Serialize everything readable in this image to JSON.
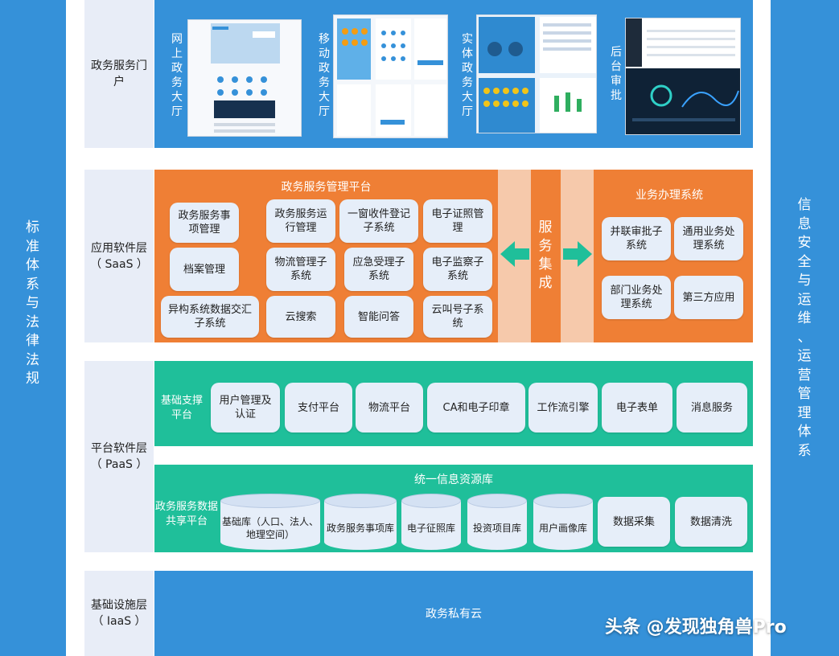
{
  "left_side": {
    "chars": [
      "标",
      "准",
      "体",
      "系",
      "与",
      "法",
      "律",
      "法",
      "规"
    ]
  },
  "right_side": {
    "chars": [
      "信",
      "息",
      "安",
      "全",
      "与",
      "运",
      "维",
      "、",
      "运",
      "营",
      "管",
      "理",
      "体",
      "系"
    ]
  },
  "portal": {
    "label": "政务服务门户",
    "items": [
      {
        "chars": [
          "网",
          "上",
          "政",
          "务",
          "大",
          "厅"
        ]
      },
      {
        "chars": [
          "移",
          "动",
          "政",
          "务",
          "大",
          "厅"
        ]
      },
      {
        "chars": [
          "实",
          "体",
          "政",
          "务",
          "大",
          "厅"
        ]
      },
      {
        "chars": [
          "后",
          "台",
          "审",
          "批"
        ]
      }
    ]
  },
  "saas": {
    "label_line1": "应用软件层",
    "label_line2": "（ SaaS ）",
    "platform_title": "政务服务管理平台",
    "cards": [
      "政务服务事项管理",
      "政务服务运行管理",
      "一窗收件登记子系统",
      "电子证照管理",
      "档案管理",
      "物流管理子系统",
      "应急受理子系统",
      "电子监察子系统",
      "异构系统数据交汇子系统",
      "云搜索",
      "智能问答",
      "云叫号子系统"
    ],
    "service_chars": [
      "服",
      "务",
      "集",
      "成"
    ],
    "biz_title": "业务办理系统",
    "biz_cards": [
      "并联审批子系统",
      "通用业务处理系统",
      "部门业务处理系统",
      "第三方应用"
    ]
  },
  "paas": {
    "label_line1": "平台软件层",
    "label_line2": "（ PaaS ）",
    "support_title": "基础支撑平台",
    "support_cards": [
      "用户管理及认证",
      "支付平台",
      "物流平台",
      "CA和电子印章",
      "工作流引擎",
      "电子表单",
      "消息服务"
    ],
    "resource_title": "统一信息资源库",
    "share_title": "政务服务数据共享平台",
    "db_cards": [
      "基础库（人口、法人、地理空间）",
      "政务服务事项库",
      "电子征照库",
      "投资项目库",
      "用户画像库"
    ],
    "data_cards": [
      "数据采集",
      "数据清洗"
    ]
  },
  "iaas": {
    "label_line1": "基础设施层",
    "label_line2": "（ IaaS ）",
    "cloud": "政务私有云"
  },
  "watermark": "头条 @发现独角兽Pro",
  "colors": {
    "blue": "#3591d9",
    "orange": "#ef7f35",
    "teal": "#1fbf9a",
    "card": "#e6eef9",
    "arrow": "#1fbf9a"
  }
}
